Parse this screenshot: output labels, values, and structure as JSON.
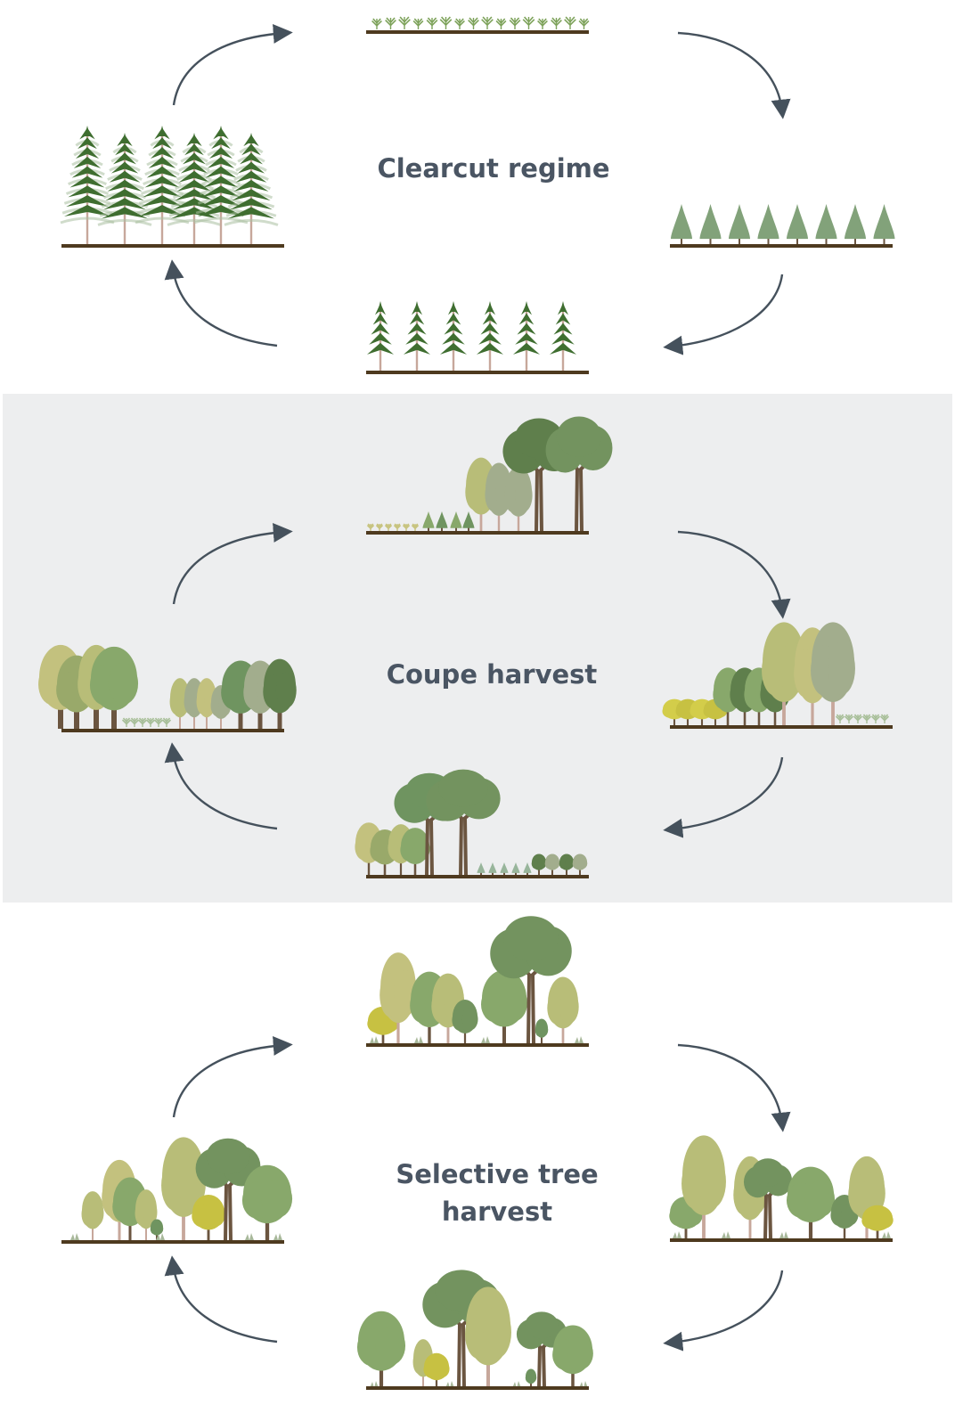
{
  "colors": {
    "ground": "#4e3a1f",
    "arrow": "#45515c",
    "band": "#edeeef",
    "title": "#4a5563",
    "pine": "#3f6e30",
    "pine_light": "#a9bfa0",
    "conifer_young": "#82a27a",
    "trunk": "#c7a79b",
    "trunk_dark": "#6b5540",
    "crown_palette": [
      "#5f7f4c",
      "#6f9460",
      "#88a86b",
      "#99a96a",
      "#a2ad8d",
      "#b8bd78",
      "#c3c17e",
      "#c7c142",
      "#d3cd4a",
      "#73935f"
    ]
  },
  "icons": [
    "curved-arrow-icon"
  ],
  "cycles": [
    {
      "id": "clearcut",
      "title_lines": [
        "Clearcut regime"
      ],
      "stages": [
        "seedlings",
        "young-conifers",
        "pole-conifers",
        "mature-conifers"
      ]
    },
    {
      "id": "coupe",
      "title_lines": [
        "Coupe harvest"
      ],
      "stages": [
        "regrowth-after-coupe",
        "mixed-age-forest",
        "coupe-cut",
        "two-age-patches"
      ]
    },
    {
      "id": "selective",
      "title_lines": [
        "Selective tree",
        "harvest"
      ],
      "stages": [
        "continuous-cover-1",
        "continuous-cover-2",
        "continuous-cover-3",
        "continuous-cover-4"
      ]
    }
  ]
}
